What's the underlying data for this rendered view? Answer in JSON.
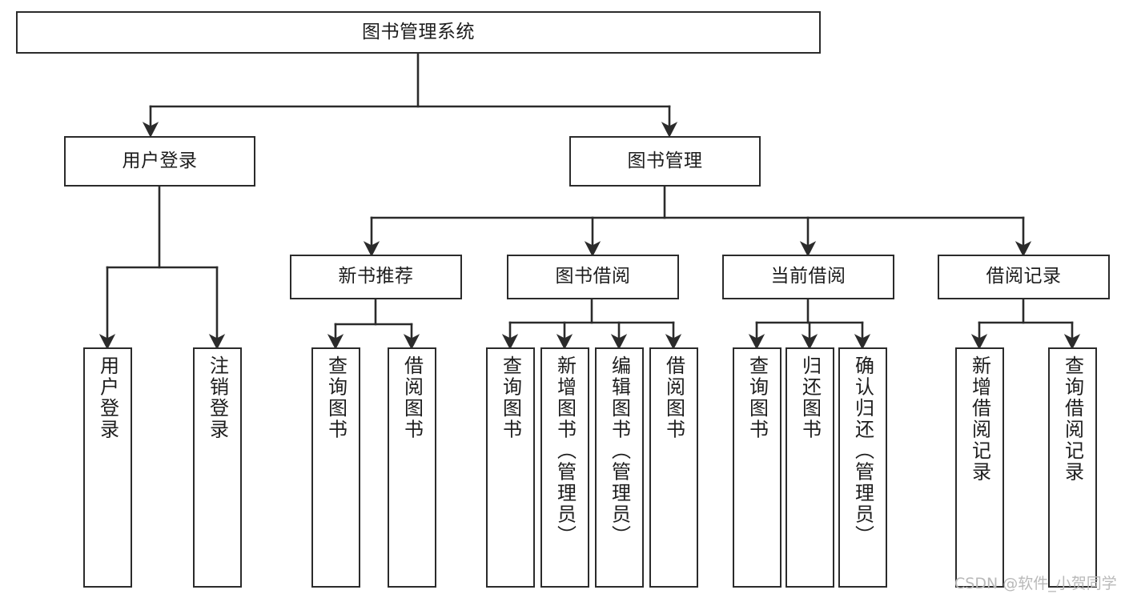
{
  "diagram": {
    "kind": "functional-structure-tree",
    "root": {
      "id": "root",
      "label": "图书管理系统"
    },
    "level2": [
      {
        "id": "user-login",
        "label": "用户登录"
      },
      {
        "id": "book-manage",
        "label": "图书管理"
      }
    ],
    "level3": [
      {
        "id": "new-book-recommend",
        "label": "新书推荐",
        "parent": "book-manage"
      },
      {
        "id": "book-borrow",
        "label": "图书借阅",
        "parent": "book-manage"
      },
      {
        "id": "current-borrow",
        "label": "当前借阅",
        "parent": "book-manage"
      },
      {
        "id": "borrow-record",
        "label": "借阅记录",
        "parent": "book-manage"
      }
    ],
    "leaves": [
      {
        "id": "leaf-user-login",
        "label": "用户登录",
        "parent": "user-login"
      },
      {
        "id": "leaf-logout-login",
        "label": "注销登录",
        "parent": "user-login"
      },
      {
        "id": "leaf-query-book-1",
        "label": "查询图书",
        "parent": "new-book-recommend"
      },
      {
        "id": "leaf-borrow-book-1",
        "label": "借阅图书",
        "parent": "new-book-recommend"
      },
      {
        "id": "leaf-query-book-2",
        "label": "查询图书",
        "parent": "book-borrow"
      },
      {
        "id": "leaf-add-book",
        "label": "新增图书（管理员）",
        "parent": "book-borrow"
      },
      {
        "id": "leaf-edit-book",
        "label": "编辑图书（管理员）",
        "parent": "book-borrow"
      },
      {
        "id": "leaf-borrow-book-2",
        "label": "借阅图书",
        "parent": "book-borrow"
      },
      {
        "id": "leaf-query-book-3",
        "label": "查询图书",
        "parent": "current-borrow"
      },
      {
        "id": "leaf-return-book",
        "label": "归还图书",
        "parent": "current-borrow"
      },
      {
        "id": "leaf-confirm-return",
        "label": "确认归还（管理员）",
        "parent": "current-borrow"
      },
      {
        "id": "leaf-add-record",
        "label": "新增借阅记录",
        "parent": "borrow-record"
      },
      {
        "id": "leaf-query-record",
        "label": "查询借阅记录",
        "parent": "borrow-record"
      }
    ],
    "watermark": "CSDN @软件_小贺同学",
    "colors": {
      "box_border": "#2b2b2b",
      "box_fill": "#ffffff",
      "connector": "#2b2b2b",
      "text": "#1d1d1d",
      "watermark": "#b9b9b9",
      "background": "#ffffff"
    }
  }
}
